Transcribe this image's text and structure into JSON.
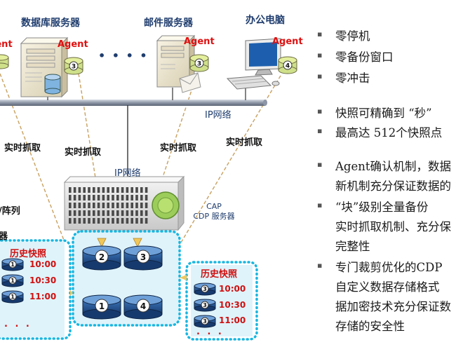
{
  "diagram": {
    "servers": {
      "database": "数据库服务器",
      "mail": "邮件服务器",
      "office_pc": "办公电脑"
    },
    "agent_label": "Agent",
    "disk_numbers": [
      "3",
      "3",
      "4"
    ],
    "server_dots": "• • • •",
    "ip_network_right": "IP网络",
    "ip_network_center": "IP网络",
    "realtime_capture": [
      "实时抓取",
      "实时抓取",
      "实时抓取",
      "实时抓取"
    ],
    "left_labels": [
      "/阵列",
      "器"
    ],
    "cap_server": {
      "line1": "CAP",
      "line2": "CDP 服务器"
    },
    "storage_disks": [
      "2",
      "3",
      "1",
      "4"
    ],
    "history_left": {
      "title": "历史快照",
      "disk_number": "1",
      "times": [
        "10:00",
        "10:30",
        "11:00"
      ],
      "more": ". . ."
    },
    "history_right": {
      "title": "历史快照",
      "disk_number": "3",
      "times": [
        "10:00",
        "10:30",
        "11:00"
      ],
      "more": ". . ."
    }
  },
  "bullets": [
    {
      "text": "零停机"
    },
    {
      "text": "零备份窗口"
    },
    {
      "text": "零冲击"
    },
    {
      "text": "快照可精确到 “秒”"
    },
    {
      "text": "最高达 512个快照点"
    },
    {
      "text": "Agent确认机制，数据",
      "cont": [
        "新机制充分保证数据的"
      ]
    },
    {
      "text": "“块”级别全量备份",
      "cont": [
        "实时抓取机制、充分保",
        "完整性"
      ]
    },
    {
      "text": "专门裁剪优化的CDP",
      "cont": [
        "自定义数据存储格式",
        "据加密技术充分保证数",
        "存储的安全性"
      ]
    }
  ],
  "colors": {
    "heading": "#1f3d6e",
    "agent": "#e01010",
    "history": "#d01010",
    "dashed_line": "#c8a060",
    "storage_bg": "#dff3fb",
    "dotted_border": "#19b6e0"
  }
}
